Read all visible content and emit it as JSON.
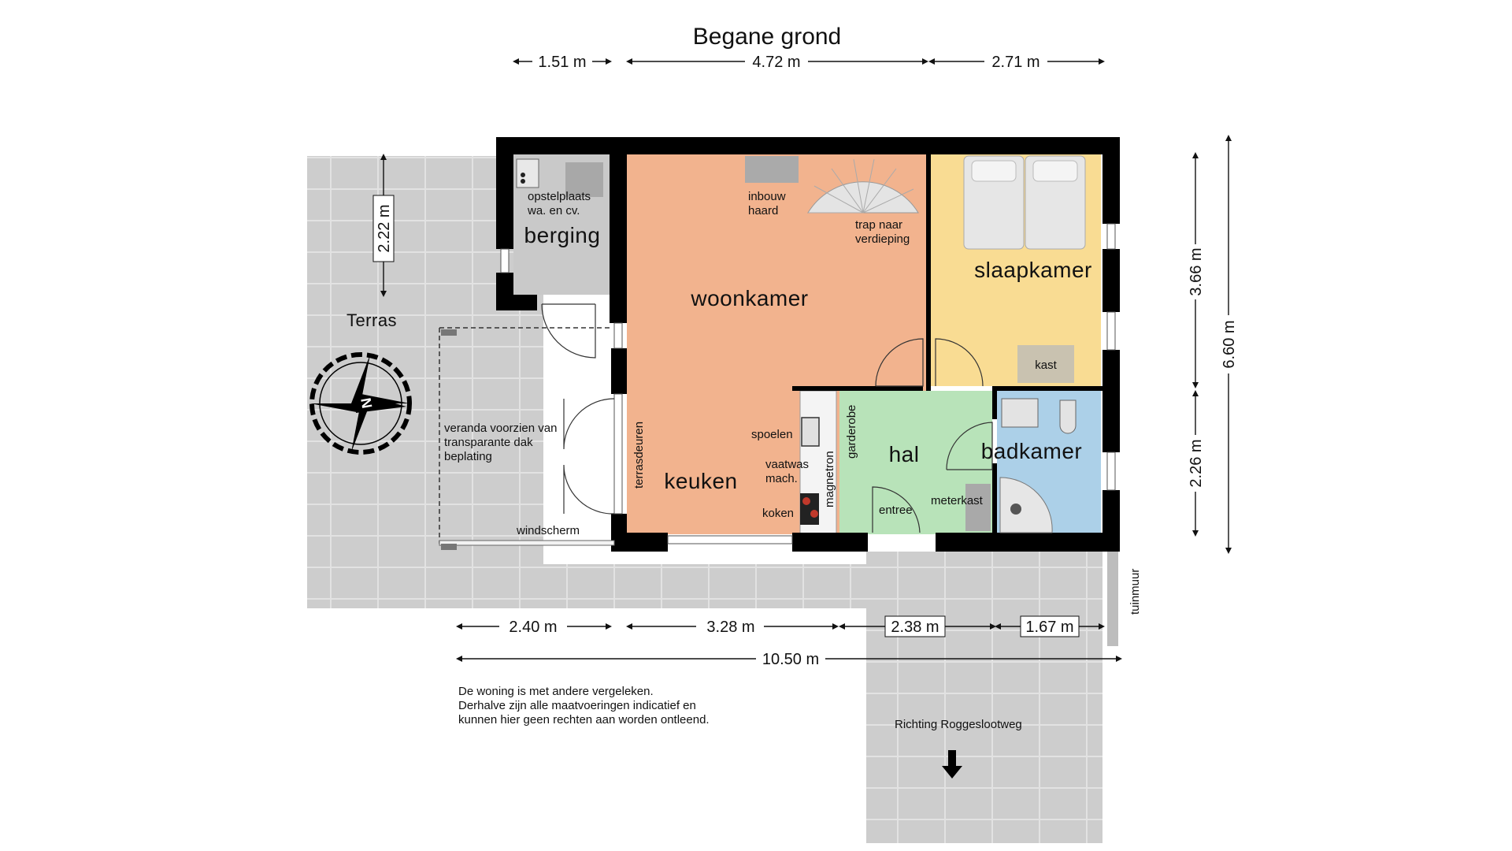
{
  "title": "Begane grond",
  "rooms": {
    "berging": "berging",
    "woonkamer": "woonkamer",
    "keuken": "keuken",
    "slaapkamer": "slaapkamer",
    "hal": "hal",
    "badkamer": "badkamer",
    "terras": "Terras"
  },
  "labels": {
    "opstelplaats_1": "opstelplaats",
    "opstelplaats_2": "wa. en cv.",
    "inbouw_1": "inbouw",
    "inbouw_2": "haard",
    "trap_1": "trap naar",
    "trap_2": "verdieping",
    "kast": "kast",
    "spoelen": "spoelen",
    "vaatwas_1": "vaatwas",
    "vaatwas_2": "mach.",
    "koken": "koken",
    "magnetron": "magnetron",
    "garderobe": "garderobe",
    "meterkast": "meterkast",
    "entree": "entree",
    "terrasdeuren": "terrasdeuren",
    "veranda_1": "veranda voorzien van",
    "veranda_2": "transparante dak",
    "veranda_3": "beplating",
    "windscherm": "windscherm",
    "tuinmuur": "tuinmuur",
    "richting": "Richting Roggeslootweg"
  },
  "dimensions": {
    "top_1": "1.51 m",
    "top_2": "4.72 m",
    "top_3": "2.71 m",
    "left_terras": "2.22 m",
    "right_1": "3.66 m",
    "right_2": "2.26 m",
    "right_total": "6.60 m",
    "bottom_1": "2.40 m",
    "bottom_2": "3.28 m",
    "bottom_3": "2.38 m",
    "bottom_4": "1.67 m",
    "bottom_total": "10.50 m"
  },
  "disclaimer": {
    "line_1": "De woning is met andere vergeleken.",
    "line_2": "Derhalve zijn alle maatvoeringen indicatief en",
    "line_3": "kunnen hier geen rechten aan worden ontleend."
  },
  "compass_letter": "N",
  "colors": {
    "woonkamer": "#f2b38e",
    "slaapkamer": "#f9dc93",
    "hal": "#b8e3b9",
    "badkamer": "#acd0e8",
    "berging": "#c9c9c9",
    "paving": "#cfcfcf"
  }
}
